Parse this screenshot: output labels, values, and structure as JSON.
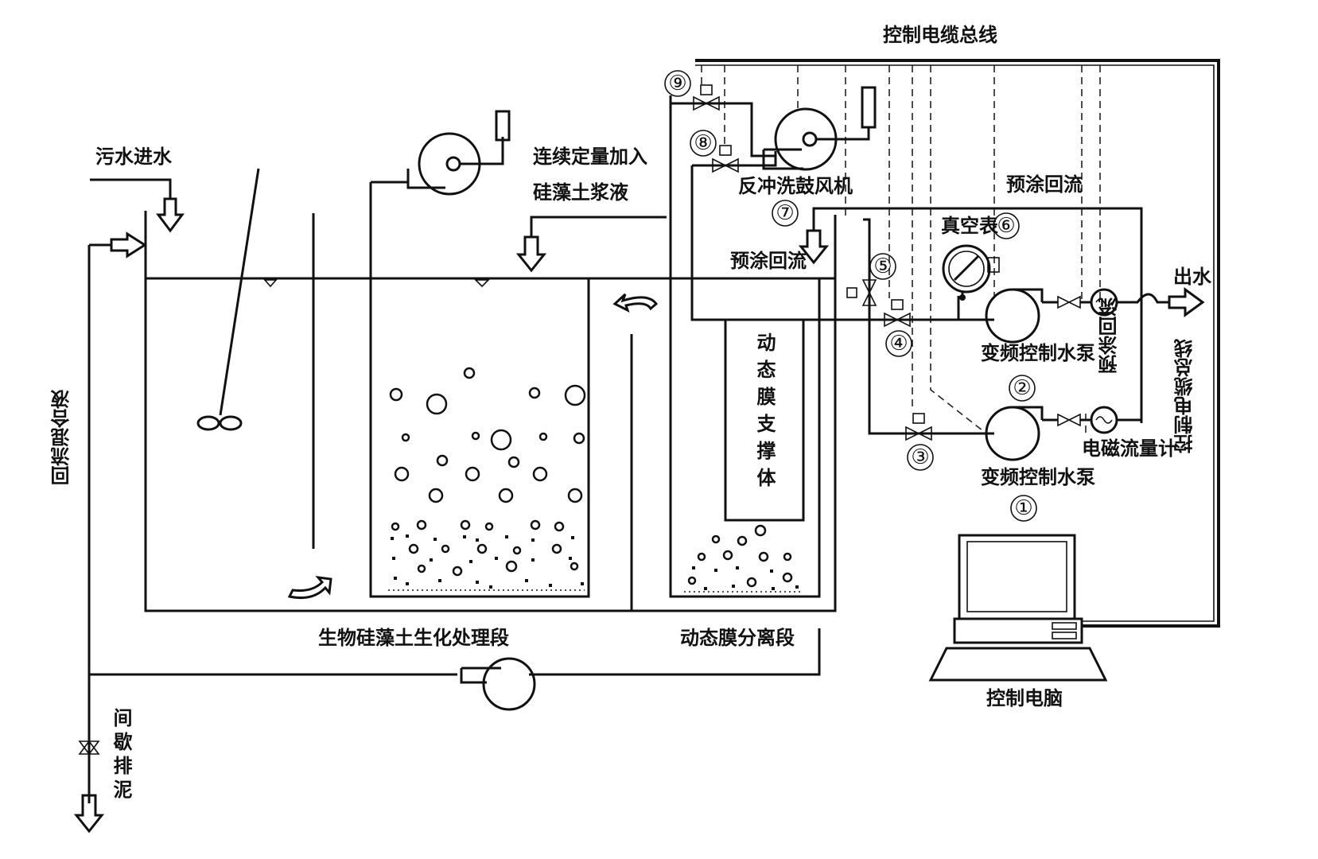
{
  "labels": {
    "control_bus_top": "控制电缆总线",
    "control_bus_side": "控制电缆总线",
    "sewage_inlet": "污水进水",
    "diatomite_line1": "连续定量加入",
    "diatomite_line2": "硅藻土浆液",
    "backwash_blower": "反冲洗鼓风机",
    "precoat_return_top": "预涂回流",
    "precoat_return_left": "预涂回流",
    "precoat_return_right": "预涂回流",
    "vacuum_gauge": "真空表",
    "outlet": "出水",
    "pump2_label": "变频控制水泵",
    "pump1_label": "变频控制水泵",
    "flowmeter": "电磁流量计",
    "membrane_support": "动态膜支撑体",
    "bio_section": "生物硅藻土生化处理段",
    "membrane_section": "动态膜分离段",
    "return_mixture": "回流混合液",
    "intermittent_discharge": "间歇排泥",
    "control_pc": "控制电脑"
  },
  "numbers": {
    "n1": "①",
    "n2": "②",
    "n3": "③",
    "n4": "④",
    "n5": "⑤",
    "n6": "⑥",
    "n7": "⑦",
    "n8": "⑧",
    "n9": "⑨"
  }
}
